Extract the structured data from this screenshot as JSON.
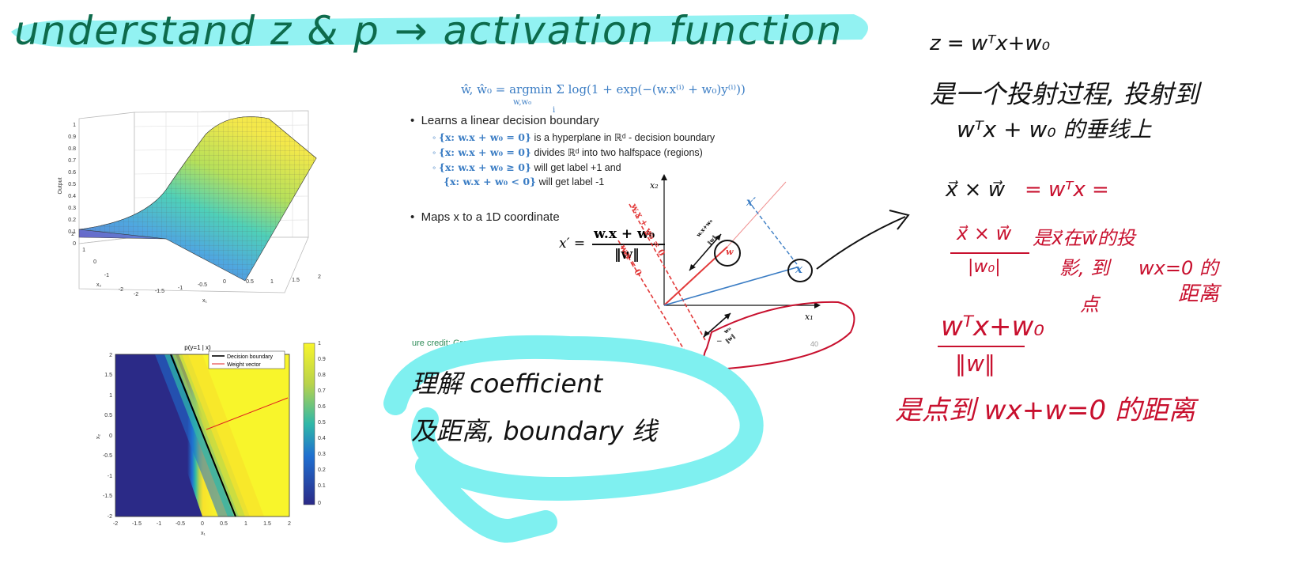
{
  "title": {
    "text": "understand z & p → activation function",
    "highlight_color": "#7ff0f0",
    "ink_color": "#0d6b4c"
  },
  "plot3d": {
    "zlabel": "Output",
    "xlabel": "x₁",
    "ylabel": "x₂",
    "z_ticks": [
      "1",
      "0.9",
      "0.8",
      "0.7",
      "0.6",
      "0.5",
      "0.4",
      "0.3",
      "0.2",
      "0.1",
      "0"
    ],
    "x_ticks": [
      "-2",
      "-1.5",
      "-1",
      "-0.5",
      "0",
      "0.5",
      "1",
      "1.5",
      "2"
    ],
    "y_ticks": [
      "2",
      "1",
      "0",
      "-1",
      "-2"
    ]
  },
  "heatmap": {
    "title": "p(y=1 | x)",
    "legend": [
      "Decision boundary",
      "Weight vector"
    ],
    "xlabel": "x₁",
    "ylabel": "x₂",
    "x_ticks": [
      "-2",
      "-1.5",
      "-1",
      "-0.5",
      "0",
      "0.5",
      "1",
      "1.5",
      "2"
    ],
    "y_ticks": [
      "2",
      "1.5",
      "1",
      "0.5",
      "0",
      "-0.5",
      "-1",
      "-1.5",
      "-2"
    ],
    "colorbar_ticks": [
      "1",
      "0.9",
      "0.8",
      "0.7",
      "0.6",
      "0.5",
      "0.4",
      "0.3",
      "0.2",
      "0.1",
      "0"
    ]
  },
  "slide": {
    "objective": "ŵ, ŵ₀ = argmin Σ log(1 + exp(−(w.x⁽ⁱ⁾ + w₀)y⁽ⁱ⁾))",
    "argmin_sub": "w,w₀",
    "sum_sub": "i",
    "bullet1": "Learns a linear decision boundary",
    "sub1_math": "{x: w.x + w₀ = 0}",
    "sub1_text": "is a hyperplane in ℝᵈ - decision boundary",
    "sub2_math": "{x: w.x + w₀ = 0}",
    "sub2_text": "divides ℝᵈ into two halfspace (regions)",
    "sub3_math": "{x: w.x + w₀ ≥ 0}",
    "sub3_text": "will get label +1 and",
    "sub4_math": "{x: w.x + w₀ < 0}",
    "sub4_text": "will get label -1",
    "bullet2": "Maps x to a 1D coordinate",
    "xprime_lhs": "x′ =",
    "xprime_num": "w.x + w₀",
    "xprime_den": "‖w‖",
    "credit": "ure credit: Greg Shaknarovich",
    "page_num": "40"
  },
  "diagram": {
    "axis_x": "x₁",
    "axis_y": "x₂",
    "line1": "w.x + w₀ = 0",
    "line2": "w.x = 0",
    "xprime": "x′",
    "point": "x",
    "weight": "w",
    "dist_upper_num": "w.x+w₀",
    "dist_upper_den": "‖w‖",
    "dist_lower_num": "w₀",
    "dist_lower_den": "‖w‖",
    "sign": "−"
  },
  "notes_black": {
    "line1": "z = wᵀx+w₀",
    "line2": "是一个投射过程, 投射到",
    "line3": "wᵀx + w₀ 的垂线上"
  },
  "notes_red": {
    "dot_lhs": "x⃗ × w⃗",
    "dot_rhs": "= wᵀx =",
    "frac1_num": "x⃗ × w⃗",
    "frac1_den": "|w₀|",
    "frac1_text_a": "是x⃗在w⃗的投",
    "frac1_text_b": "影, 到",
    "frac1_text_c": "wx=0 的",
    "frac1_text_d": "距离",
    "frac1_text_e": "点",
    "frac2_num": "wᵀx+w₀",
    "frac2_den": "‖w‖",
    "final": "是点到 wx+w=0 的距离"
  },
  "cyan_note": {
    "line1": "理解 coefficient",
    "line2": "及距离, boundary 线"
  },
  "colors": {
    "ink_red": "#c8102e",
    "ink_black": "#111111",
    "ink_blue": "#3b7dc4",
    "cyan": "#7ff0f0"
  }
}
